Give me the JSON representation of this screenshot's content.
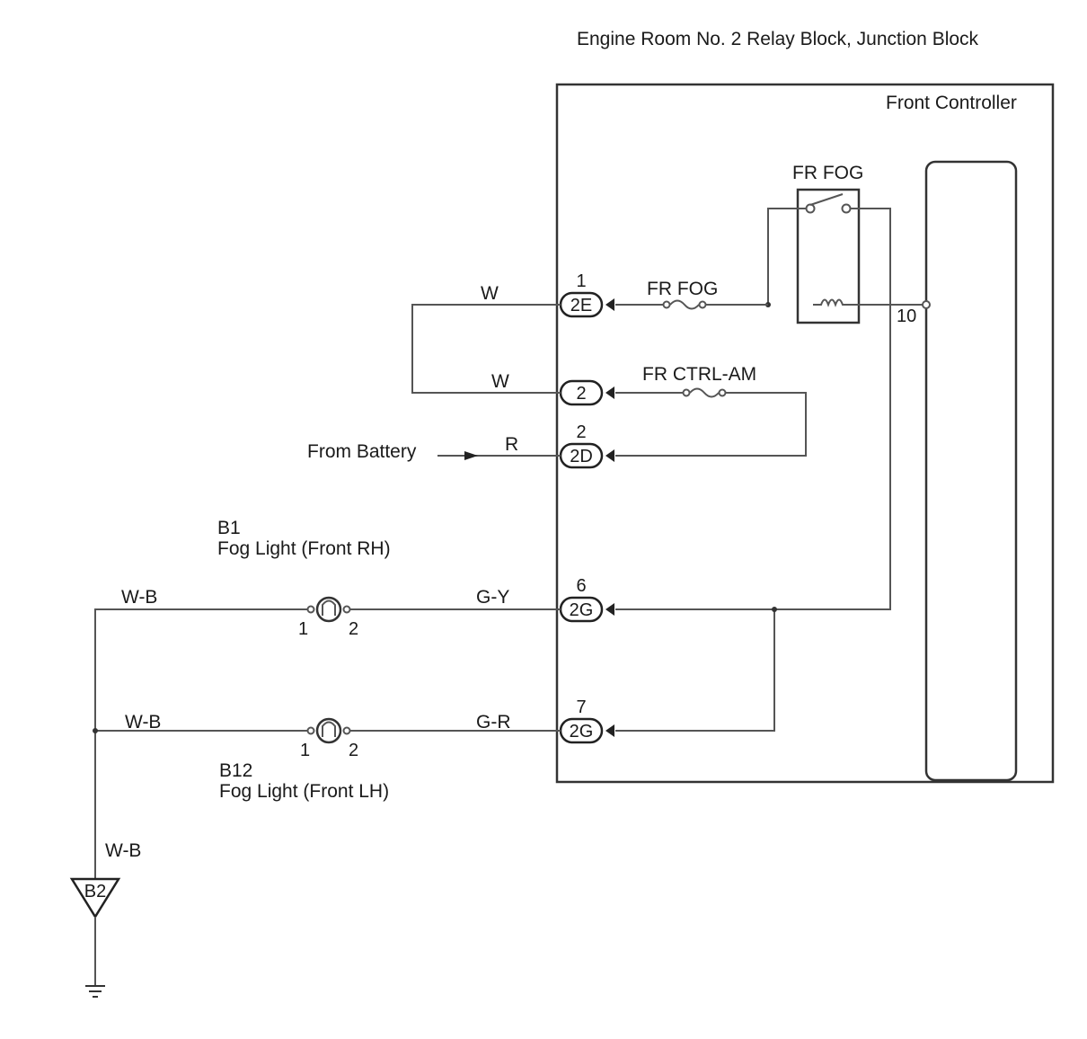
{
  "header": {
    "relay_block_title": "Engine Room No. 2 Relay Block, Junction Block",
    "front_controller": "Front Controller"
  },
  "relay": {
    "label": "FR FOG"
  },
  "fuses": {
    "fr_fog": "FR FOG",
    "fr_ctrl_am": "FR CTRL-AM"
  },
  "connectors": [
    {
      "code": "2E",
      "pin": "1"
    },
    {
      "code": "2",
      "pin": ""
    },
    {
      "code": "2D",
      "pin": "2"
    },
    {
      "code": "2G",
      "pin": "6"
    },
    {
      "code": "2G",
      "pin": "7"
    }
  ],
  "controller_pin": "10",
  "wires": {
    "w_top": "W",
    "w_mid": "W",
    "r": "R",
    "gy": "G-Y",
    "gr": "G-R",
    "wb_top": "W-B",
    "wb_mid": "W-B",
    "wb_bottom": "W-B"
  },
  "battery": {
    "label": "From Battery"
  },
  "lights": [
    {
      "code": "B1",
      "name": "Fog Light (Front RH)",
      "pin1": "1",
      "pin2": "2"
    },
    {
      "code": "B12",
      "name": "Fog Light (Front LH)",
      "pin1": "1",
      "pin2": "2"
    }
  ],
  "ground": {
    "code": "B2"
  }
}
